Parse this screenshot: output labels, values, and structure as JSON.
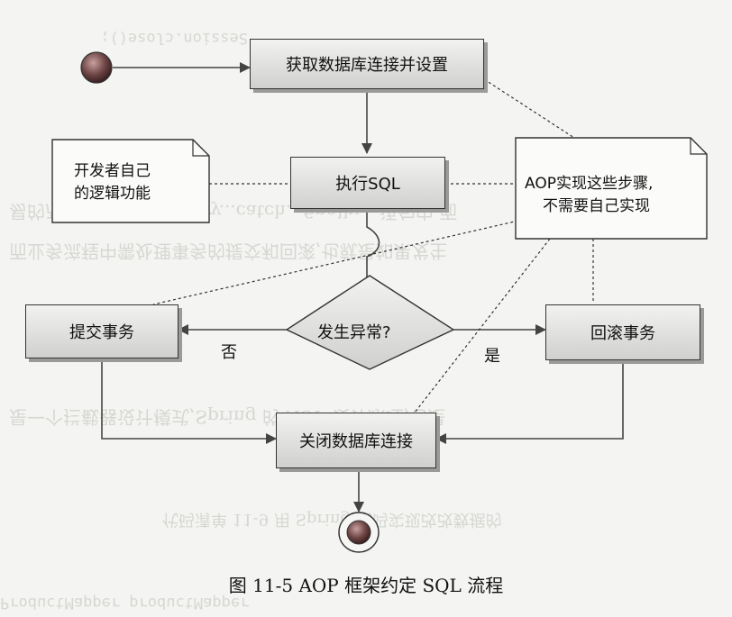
{
  "diagram": {
    "nodes": {
      "get_connection": "获取数据库连接并设置",
      "execute_sql": "执行SQL",
      "decision": "发生异常?",
      "commit": "提交事务",
      "rollback": "回滚事务",
      "close_connection": "关闭数据库连接"
    },
    "notes": {
      "developer_logic": [
        "开发者自己",
        "的逻辑功能"
      ],
      "aop_steps": [
        "AOP实现这些步骤,",
        "不需要自己实现"
      ]
    },
    "edge_labels": {
      "no": "否",
      "yes": "是"
    }
  },
  "background_bleed": {
    "line1": "Session.close();",
    "line2": "易的产品和项目最需在 try...catch...finally... 语句中,而",
    "line3": "而业务流程中需处理事务的提交和回滚,也就是如果发生",
    "line4": "是一个拦截器设计模式,Spring 的 AOP 设计原理,它是",
    "line5": "代码清单 11-9 用 Spring 代码实现改改数据的",
    "line6": "ProductMapper productMapper"
  },
  "caption": "图 11-5   AOP 框架约定 SQL 流程"
}
